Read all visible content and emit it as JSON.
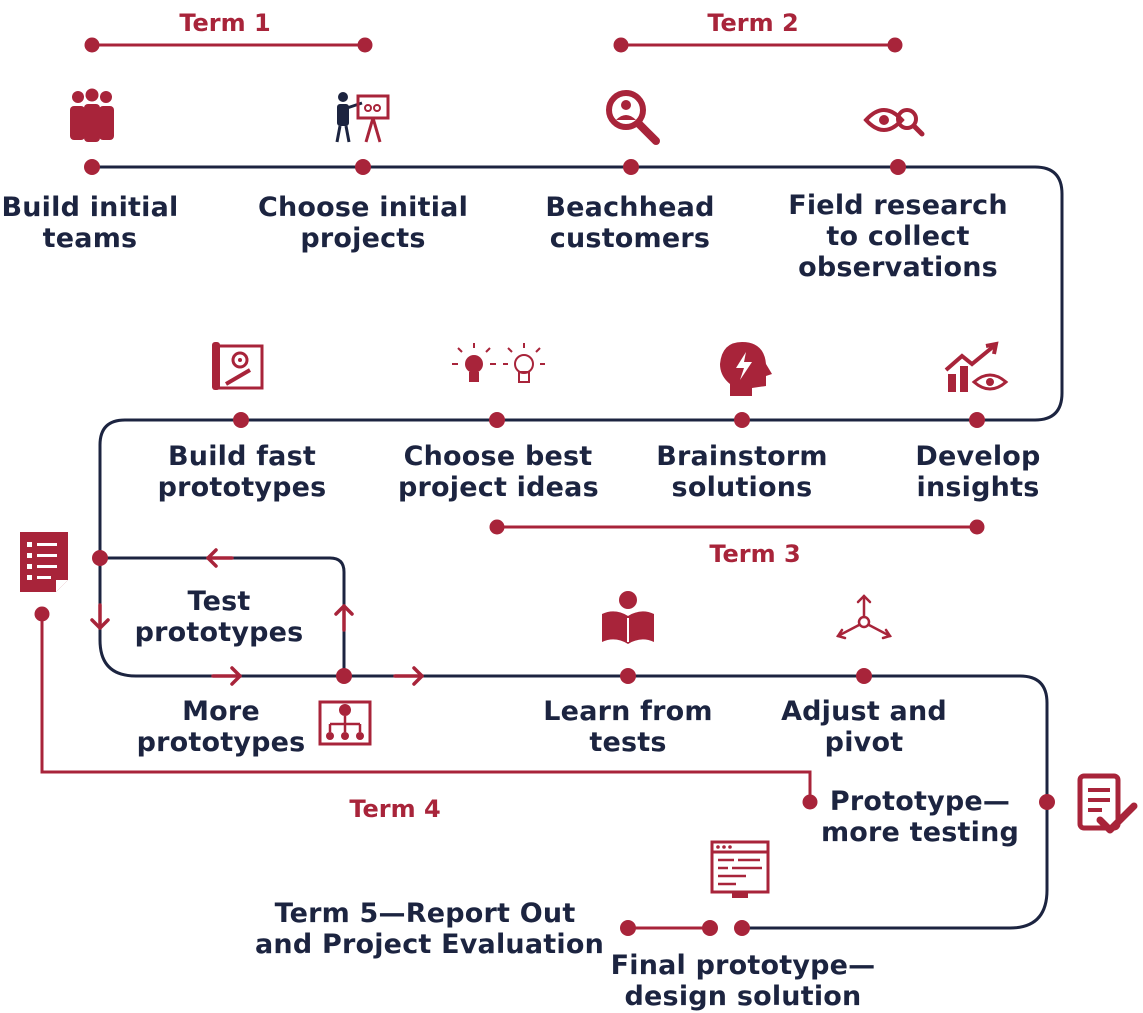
{
  "colors": {
    "navy": "#1c2440",
    "crimson": "#a8243a",
    "background": "#ffffff"
  },
  "terms": {
    "term1": "Term 1",
    "term2": "Term 2",
    "term3": "Term 3",
    "term4": "Term 4",
    "term5": [
      "Term 5—Report Out",
      "and Project Evaluation"
    ]
  },
  "steps": {
    "build_teams": [
      "Build initial",
      "teams"
    ],
    "choose_projects": [
      "Choose initial",
      "projects"
    ],
    "beachhead": [
      "Beachhead",
      "customers"
    ],
    "field_research": [
      "Field research",
      "to collect",
      "observations"
    ],
    "build_prototypes": [
      "Build fast",
      "prototypes"
    ],
    "choose_ideas": [
      "Choose best",
      "project ideas"
    ],
    "brainstorm": [
      "Brainstorm",
      "solutions"
    ],
    "insights": [
      "Develop",
      "insights"
    ],
    "test_prototypes": [
      "Test",
      "prototypes"
    ],
    "more_prototypes": [
      "More",
      "prototypes"
    ],
    "learn": [
      "Learn from",
      "tests"
    ],
    "adjust": [
      "Adjust and",
      "pivot"
    ],
    "prototype_testing": [
      "Prototype—",
      "more testing"
    ],
    "final_prototype": [
      "Final prototype—",
      "design solution"
    ]
  },
  "icons": {
    "build_teams": "team-icon",
    "choose_projects": "presentation-icon",
    "beachhead": "search-person-icon",
    "field_research": "eye-magnifier-icon",
    "build_prototypes": "blueprint-icon",
    "choose_ideas": "lightbulb-icon",
    "brainstorm": "head-bolt-icon",
    "insights": "chart-eye-icon",
    "test_prototypes": "checklist-icon",
    "more_prototypes": "flowchart-icon",
    "learn": "reader-book-icon",
    "adjust": "pivot-arrows-icon",
    "prototype_testing": "document-check-icon",
    "final_prototype": "code-window-icon"
  }
}
